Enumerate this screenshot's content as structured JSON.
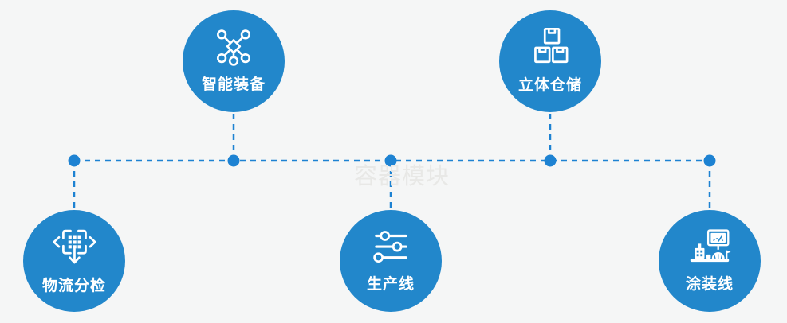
{
  "watermark": {
    "text": "容器模块",
    "color": "#e8e8e6"
  },
  "colors": {
    "background": "#f5f6f6",
    "node_fill": "#2287cb",
    "connector": "#1d82d2",
    "label_text": "#ffffff"
  },
  "nodes": [
    {
      "label": "智能装备",
      "icon": "network-nodes-icon",
      "position": "top-left"
    },
    {
      "label": "立体仓储",
      "icon": "stacked-boxes-icon",
      "position": "top-right"
    },
    {
      "label": "物流分检",
      "icon": "sort-dispatch-icon",
      "position": "bottom-left"
    },
    {
      "label": "生产线",
      "icon": "sliders-icon",
      "position": "bottom-center"
    },
    {
      "label": "涂装线",
      "icon": "control-station-icon",
      "position": "bottom-right"
    }
  ]
}
